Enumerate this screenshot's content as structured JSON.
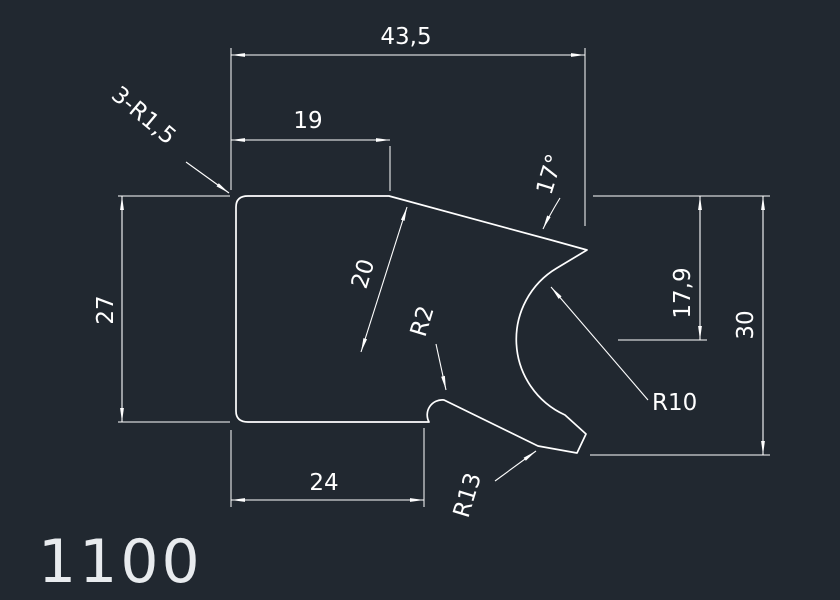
{
  "drawing": {
    "part_number": "1100",
    "colors": {
      "background": "#212830",
      "lines": "#ffffff",
      "text": "#ffffff"
    },
    "labels": {
      "total_width": "43,5",
      "top_width": "19",
      "left_height": "27",
      "bottom_width": "24",
      "right_height": "30",
      "mid_height": "17,9",
      "angle": "17°",
      "slant_length": "20",
      "fillet_note": "3-R1,5",
      "radius_fillet": "R2",
      "radius_bore": "R10",
      "radius_hook": "R13"
    }
  }
}
